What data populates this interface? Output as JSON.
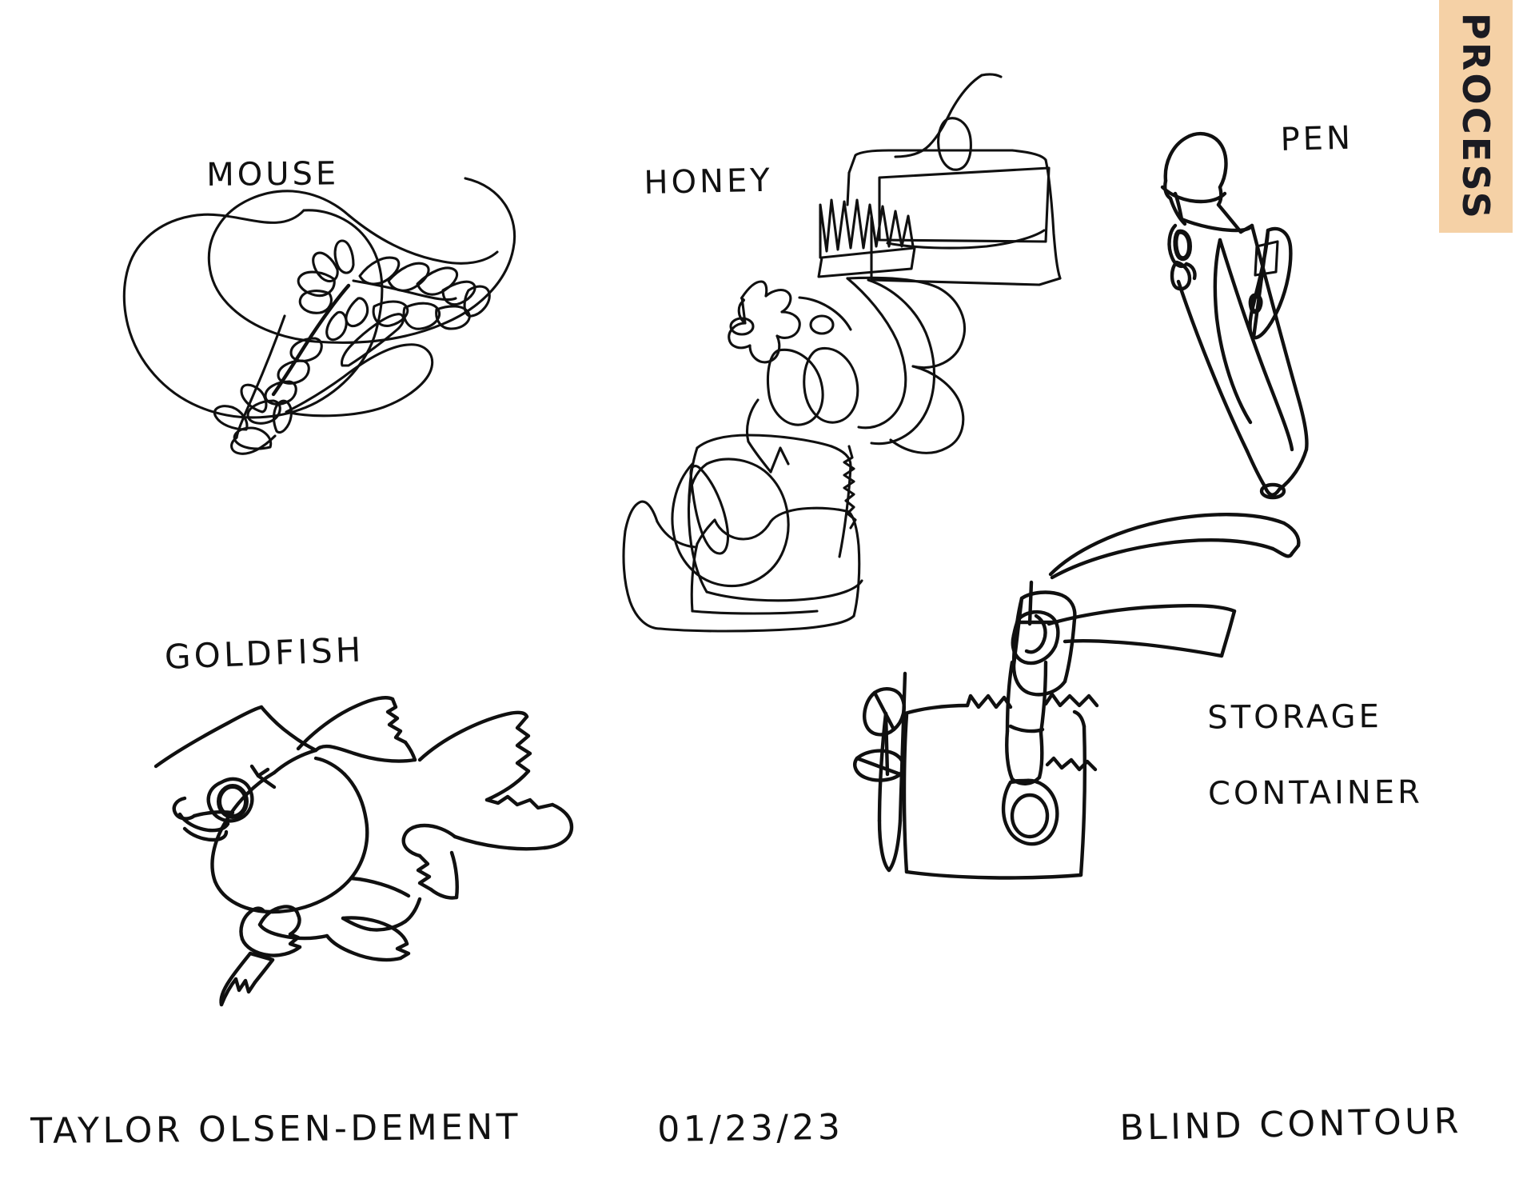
{
  "page": {
    "background_color": "#ffffff",
    "ink_color": "#101010",
    "medium": "ink pen on paper",
    "scan_width": 1920,
    "scan_height": 1484
  },
  "tab": {
    "label": "PROCESS",
    "background_color": "#f5d1a6",
    "text_color": "#1b1b22",
    "orientation": "vertical-top-to-bottom",
    "position": "top-right"
  },
  "sketches": [
    {
      "id": "mouse",
      "label": "MOUSE",
      "subject": "computer mouse",
      "position": "top-left"
    },
    {
      "id": "honey",
      "label": "HONEY",
      "subject": "honey bottle / honey jar",
      "position": "top-center"
    },
    {
      "id": "pen",
      "label": "PEN",
      "subject": "capped ballpoint pen with clip",
      "position": "top-right"
    },
    {
      "id": "goldfish",
      "label": "GOLDFISH",
      "subject": "goldfish with fins and large eye",
      "position": "bottom-left"
    },
    {
      "id": "storage-container",
      "label_line1": "STORAGE",
      "label_line2": "CONTAINER",
      "subject": "storage container with lid and latch",
      "position": "bottom-right"
    }
  ],
  "footer": {
    "artist_name": "TAYLOR OLSEN-DEMENT",
    "date": "01/23/23",
    "assignment_title": "BLIND CONTOUR"
  }
}
